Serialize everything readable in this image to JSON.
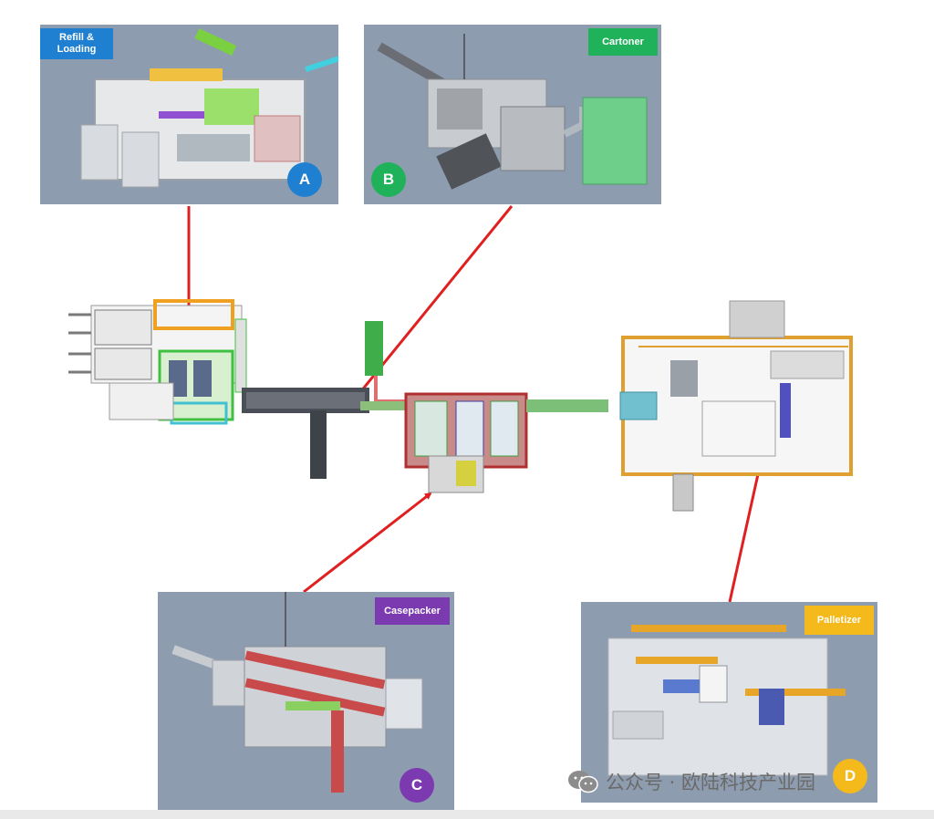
{
  "modules": {
    "a": {
      "tag": "Refill &\nLoading",
      "letter": "A",
      "tag_color": "#1f7fd0",
      "badge_color": "#1f7fd0"
    },
    "b": {
      "tag": "Cartoner",
      "letter": "B",
      "tag_color": "#1fb25a",
      "badge_color": "#1fb25a"
    },
    "c": {
      "tag": "Casepacker",
      "letter": "C",
      "tag_color": "#7b3ab0",
      "badge_color": "#7b3ab0"
    },
    "d": {
      "tag": "Palletizer",
      "letter": "D",
      "tag_color": "#f4b91a",
      "badge_color": "#f4b91a"
    }
  },
  "watermark": {
    "text": "公众号 · 欧陆科技产业园",
    "icon": "wechat-icon"
  },
  "colors": {
    "arrow": "#e02020",
    "panel_bg": "#8e9cb0"
  }
}
